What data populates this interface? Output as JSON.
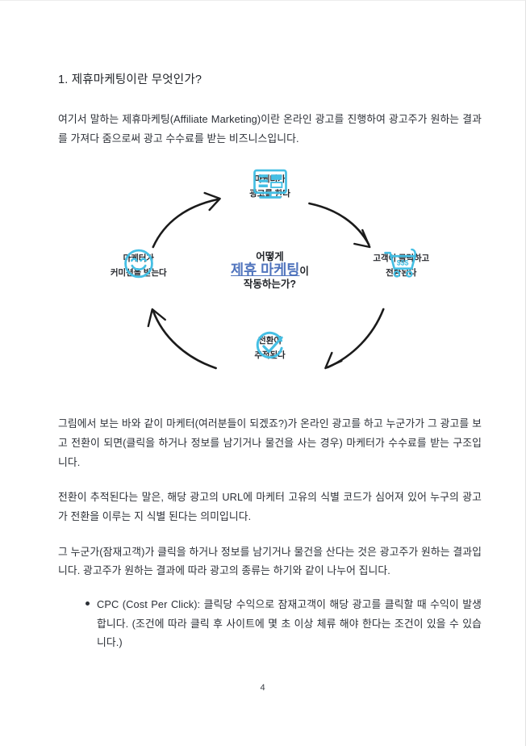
{
  "document": {
    "page_number": "4",
    "heading": "1. 제휴마케팅이란 무엇인가?",
    "paragraphs": [
      "여기서 말하는 제휴마케팅(Affiliate Marketing)이란 온라인 광고를 진행하여 광고주가 원하는 결과를 가져다 줌으로써 광고 수수료를 받는 비즈니스입니다.",
      "그림에서 보는 바와 같이 마케터(여러분들이 되겠죠?)가 온라인 광고를 하고 누군가가 그 광고를 보고 전환이 되면(클릭을 하거나 정보를 남기거나 물건을 사는 경우) 마케터가 수수료를 받는 구조입니다.",
      "전환이 추적된다는 말은, 해당 광고의 URL에 마케터 고유의 식별 코드가 심어져 있어 누구의 광고가 전환을 이루는 지 식별 된다는 의미입니다.",
      "그 누군가(잠재고객)가 클릭을 하거나 정보를 남기거나 물건을 산다는 것은 광고주가 원하는 결과입니다. 광고주가 원하는 결과에 따라 광고의 종류는 하기와 같이 나누어 집니다."
    ],
    "bullets": [
      "CPC (Cost Per Click): 클릭당 수익으로 잠재고객이 해당 광고를 클릭할 때 수익이 발생합니다. (조건에 따라 클릭 후 사이트에 몇 초 이상 체류 해야 한다는 조건이 있을 수 있습니다.)"
    ]
  },
  "diagram": {
    "center": {
      "line1": "어떻게",
      "line2_accent": "제휴 마케팅",
      "line2_suffix": "이",
      "line3": "작동하는가?"
    },
    "nodes": [
      {
        "id": "marketer-advertises",
        "icon": "monitor-icon",
        "label": "마케터가\n광고를 한다"
      },
      {
        "id": "customer-converts",
        "icon": "shopping-cart-icon",
        "label": "고객이 클릭하고\n전환된다"
      },
      {
        "id": "conversion-tracked",
        "icon": "check-circle-icon",
        "label": "전환이\n추적된다"
      },
      {
        "id": "marketer-commission",
        "icon": "smiley-face-icon",
        "label": "마케터가\n커미션을 받는다"
      }
    ],
    "cart_badge": "$$$",
    "colors": {
      "icon_blue": "#45bfe4",
      "accent_text_blue": "#5074bd",
      "arrow_black": "#1b1b1b",
      "text_dark": "#23262b"
    }
  }
}
